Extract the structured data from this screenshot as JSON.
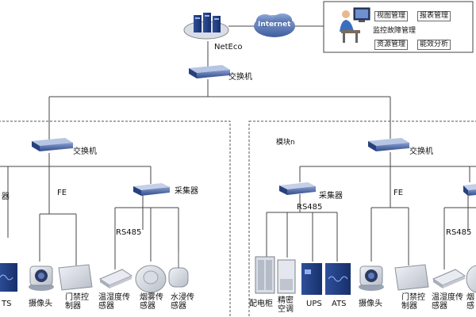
{
  "top": {
    "netco_label": "NetEco",
    "internet_label": "Internet",
    "core_switch_label": "交换机",
    "mgmt_functions": [
      "视图管理",
      "报表管理",
      "监控故障管理",
      "资源管理",
      "能效分析"
    ]
  },
  "left_module": {
    "switch_label": "交换机",
    "fe_label": "FE",
    "collector_label": "采集器",
    "collector_partial_label": "器",
    "rs485_label": "RS485",
    "devices": {
      "ats_partial": "TS",
      "camera": "摄像头",
      "access_control": "门禁控\n制器",
      "temp_humidity": "温湿度传\n感器",
      "smoke": "烟雾传\n感器",
      "water": "水浸传\n感器"
    }
  },
  "right_module": {
    "title": "模块n",
    "switch_label": "交换机",
    "collector_label": "采集器",
    "rs485_label": "RS485",
    "rs485_label_2": "RS485",
    "fe_label": "FE",
    "devices": {
      "pdu": "配电柜",
      "precision_ac": "精密\n空调",
      "ups": "UPS",
      "ats": "ATS",
      "camera": "摄像头",
      "access_control": "门禁控\n制器",
      "temp_humidity": "温湿度传\n感器",
      "smoke_partial": "烟\n感"
    }
  }
}
